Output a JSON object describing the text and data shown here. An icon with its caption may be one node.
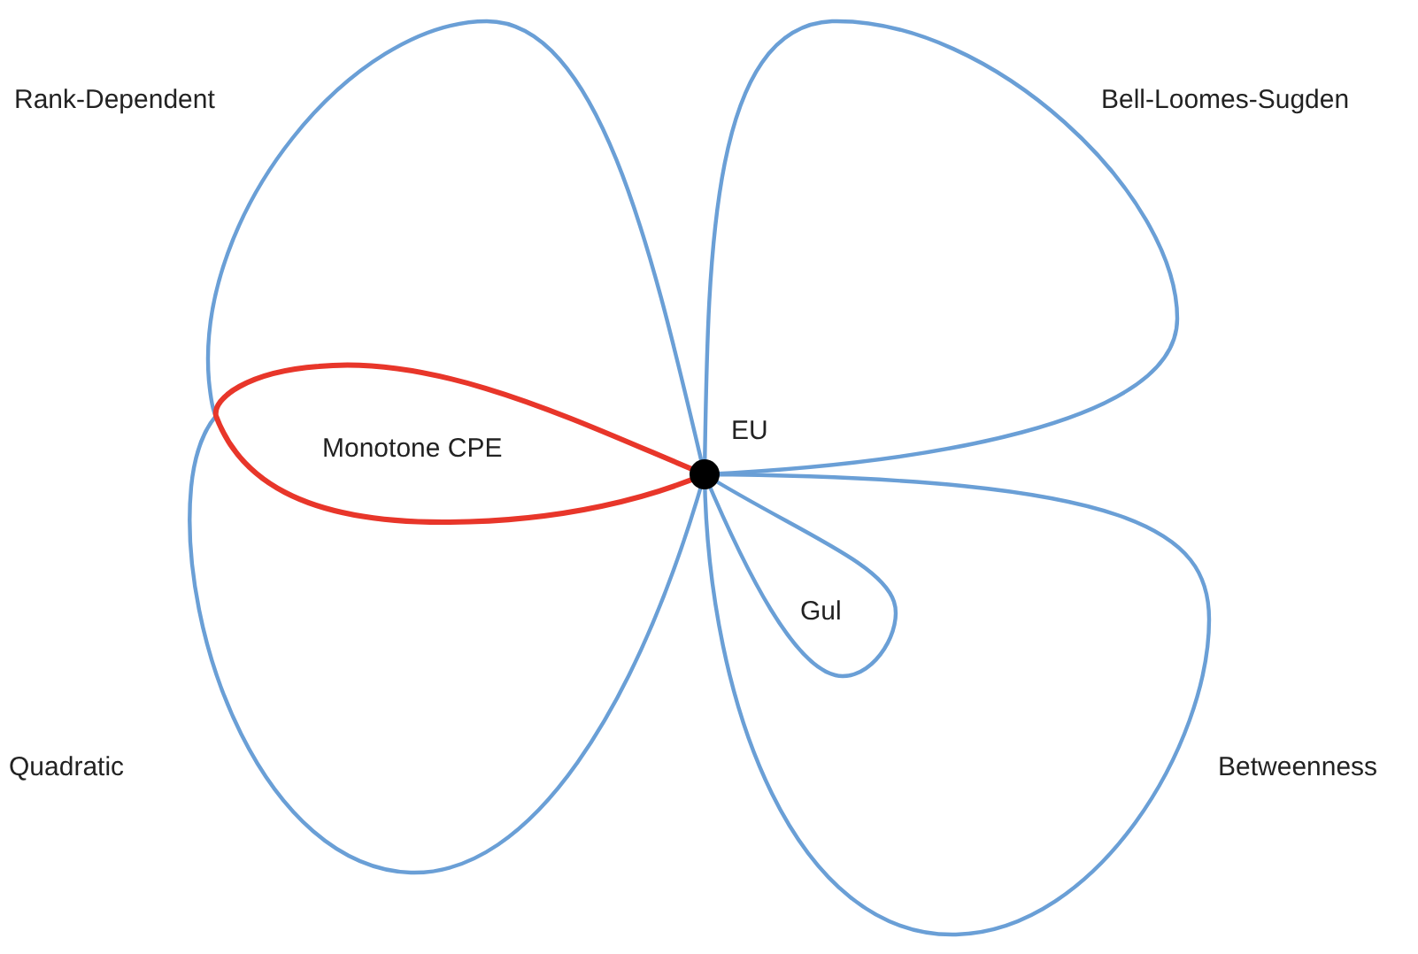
{
  "diagram": {
    "nodes": [
      {
        "text": [
          "Rank-Dependent"
        ]
      },
      {
        "text": [
          "Bell-Loomes-Sugden"
        ]
      },
      {
        "text": [
          "Quadratic"
        ]
      },
      {
        "text": [
          "Betweenness"
        ]
      },
      {
        "text": [
          "Gul"
        ],
        "in": 3
      },
      {
        "text": [
          "Monotone CPE"
        ]
      },
      {
        "text": [
          "EU"
        ]
      }
    ]
  }
}
